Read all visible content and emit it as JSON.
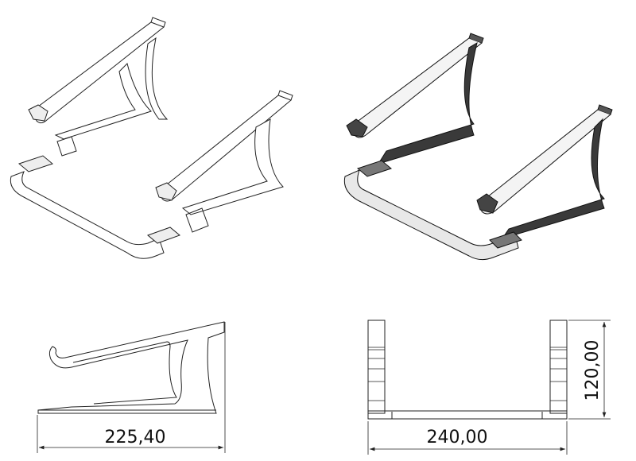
{
  "views": {
    "exploded_isometric": {
      "style": "wireframe"
    },
    "assembled_isometric": {
      "style": "shaded",
      "fill_color": "#3a3a3a"
    },
    "side_view": {
      "dimension_width": "225,40"
    },
    "front_view": {
      "dimension_width": "240,00",
      "dimension_height": "120,00"
    }
  }
}
